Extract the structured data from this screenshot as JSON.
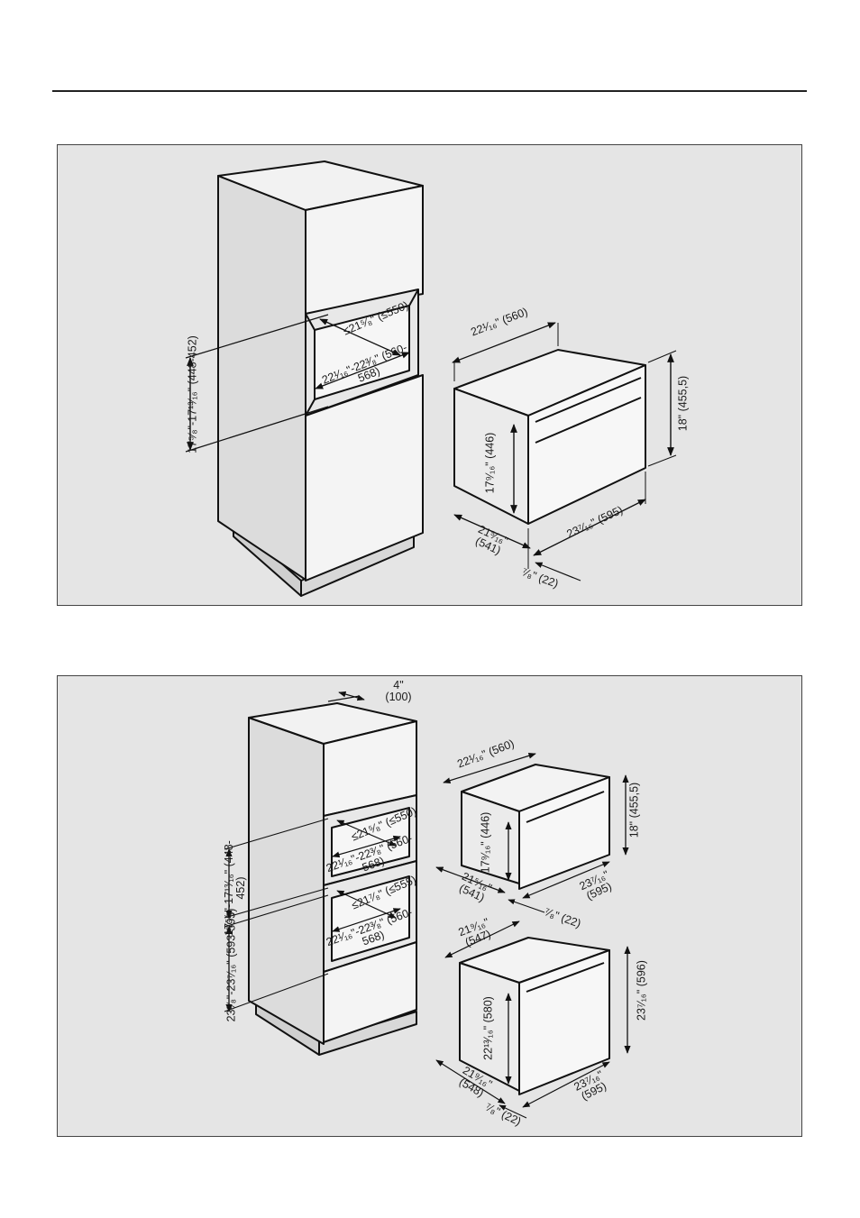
{
  "diagram_1": {
    "niche_depth": "≤21⁵⁄₈\" (≤550)",
    "niche_width": "22¹⁄₁₆\"-22³⁄₈\" (560-568)",
    "niche_height": "17⁵⁄₈\"-17¹³⁄₁₆\" (448-452)",
    "appliance_width_top": "22¹⁄₁₆\" (560)",
    "appliance_height_front": "18\" (455,5)",
    "appliance_body_height": "17⁹⁄₁₆\" (446)",
    "appliance_depth": "21⁵⁄₁₆\" (541)",
    "appliance_front_width": "23⁷⁄₁₆\" (595)",
    "panel_thickness": "⁷⁄₈\" (22)"
  },
  "diagram_2": {
    "top_clearance": "4\" (100)",
    "niche_upper_depth": "≤21⁵⁄₈\" (≤550)",
    "niche_upper_width": "22¹⁄₁₆\"-22³⁄₈\" (560-568)",
    "niche_lower_depth": "≤21⁷⁄₈\" (≤555)",
    "niche_lower_width": "22¹⁄₁₆\"-22³⁄₈\" (560-568)",
    "niche_upper_height": "17⁵⁄₈\"-17¹³⁄₁₆\" (448-452)",
    "niche_lower_height": "23³⁄₈\"-23⁷⁄₁₆\" (593-595)",
    "upper_appliance_width_top": "22¹⁄₁₆\" (560)",
    "upper_appliance_height_front": "18\" (455,5)",
    "upper_appliance_body_height": "17⁹⁄₁₆\" (446)",
    "upper_appliance_depth": "21⁵⁄₁₆\" (541)",
    "upper_appliance_front_width": "23⁷⁄₁₆\" (595)",
    "upper_panel_thickness": "⁷⁄₈\" (22)",
    "lower_appliance_width_top": "21⁹⁄₁₆\" (547)",
    "lower_appliance_height_front": "23⁷⁄₁₆\" (596)",
    "lower_appliance_body_height": "22¹³⁄₁₆\" (580)",
    "lower_appliance_depth": "21⁹⁄₁₆\" (548)",
    "lower_appliance_front_width": "23⁷⁄₁₆\" (595)",
    "lower_panel_thickness": "⁷⁄₈\" (22)"
  }
}
